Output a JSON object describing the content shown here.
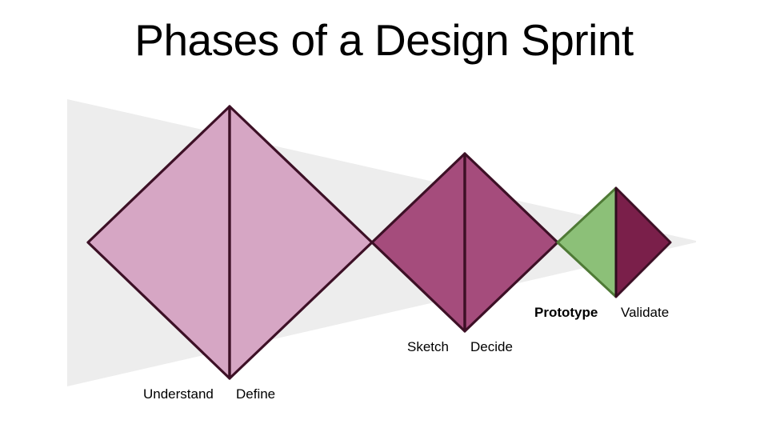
{
  "slide": {
    "title": "Phases of a Design Sprint",
    "background_color": "#ffffff"
  },
  "diagram": {
    "type": "double-diamond-design-sprint",
    "backdrop_wedge_color": "#ededed",
    "outline_color": "#3d1026",
    "phases": [
      {
        "label": "Understand",
        "bold": false,
        "diamond": 1,
        "half": "left",
        "fill": "#d6a6c4"
      },
      {
        "label": "Define",
        "bold": false,
        "diamond": 1,
        "half": "right",
        "fill": "#d6a6c4"
      },
      {
        "label": "Sketch",
        "bold": false,
        "diamond": 2,
        "half": "left",
        "fill": "#a54c7c"
      },
      {
        "label": "Decide",
        "bold": false,
        "diamond": 2,
        "half": "right",
        "fill": "#a54c7c"
      },
      {
        "label": "Prototype",
        "bold": true,
        "diamond": 3,
        "half": "left",
        "fill": "#8cc078"
      },
      {
        "label": "Validate",
        "bold": false,
        "diamond": 3,
        "half": "right",
        "fill": "#7a1f4a"
      }
    ]
  }
}
